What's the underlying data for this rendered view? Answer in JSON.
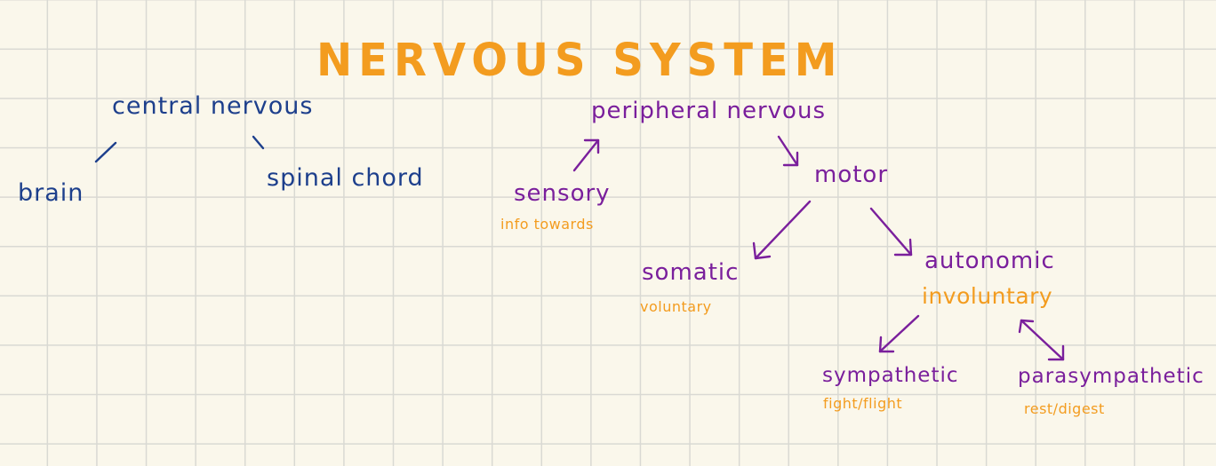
{
  "colors": {
    "title": "#f39c1f",
    "central": "#1d3f8c",
    "peripheral": "#7a1f9c",
    "note": "#f39c1f"
  },
  "title": "NERVOUS SYSTEM",
  "central": {
    "label": "central nervous",
    "children": [
      "brain",
      "spinal chord"
    ]
  },
  "peripheral": {
    "label": "peripheral nervous",
    "sensory": {
      "label": "sensory",
      "note": "info towards"
    },
    "motor": {
      "label": "motor",
      "somatic": {
        "label": "somatic",
        "note": "voluntary"
      },
      "autonomic": {
        "label": "autonomic",
        "note": "involuntary",
        "sympathetic": {
          "label": "sympathetic",
          "note": "fight/flight"
        },
        "parasympathetic": {
          "label": "parasympathetic",
          "note": "rest/digest"
        }
      }
    }
  }
}
